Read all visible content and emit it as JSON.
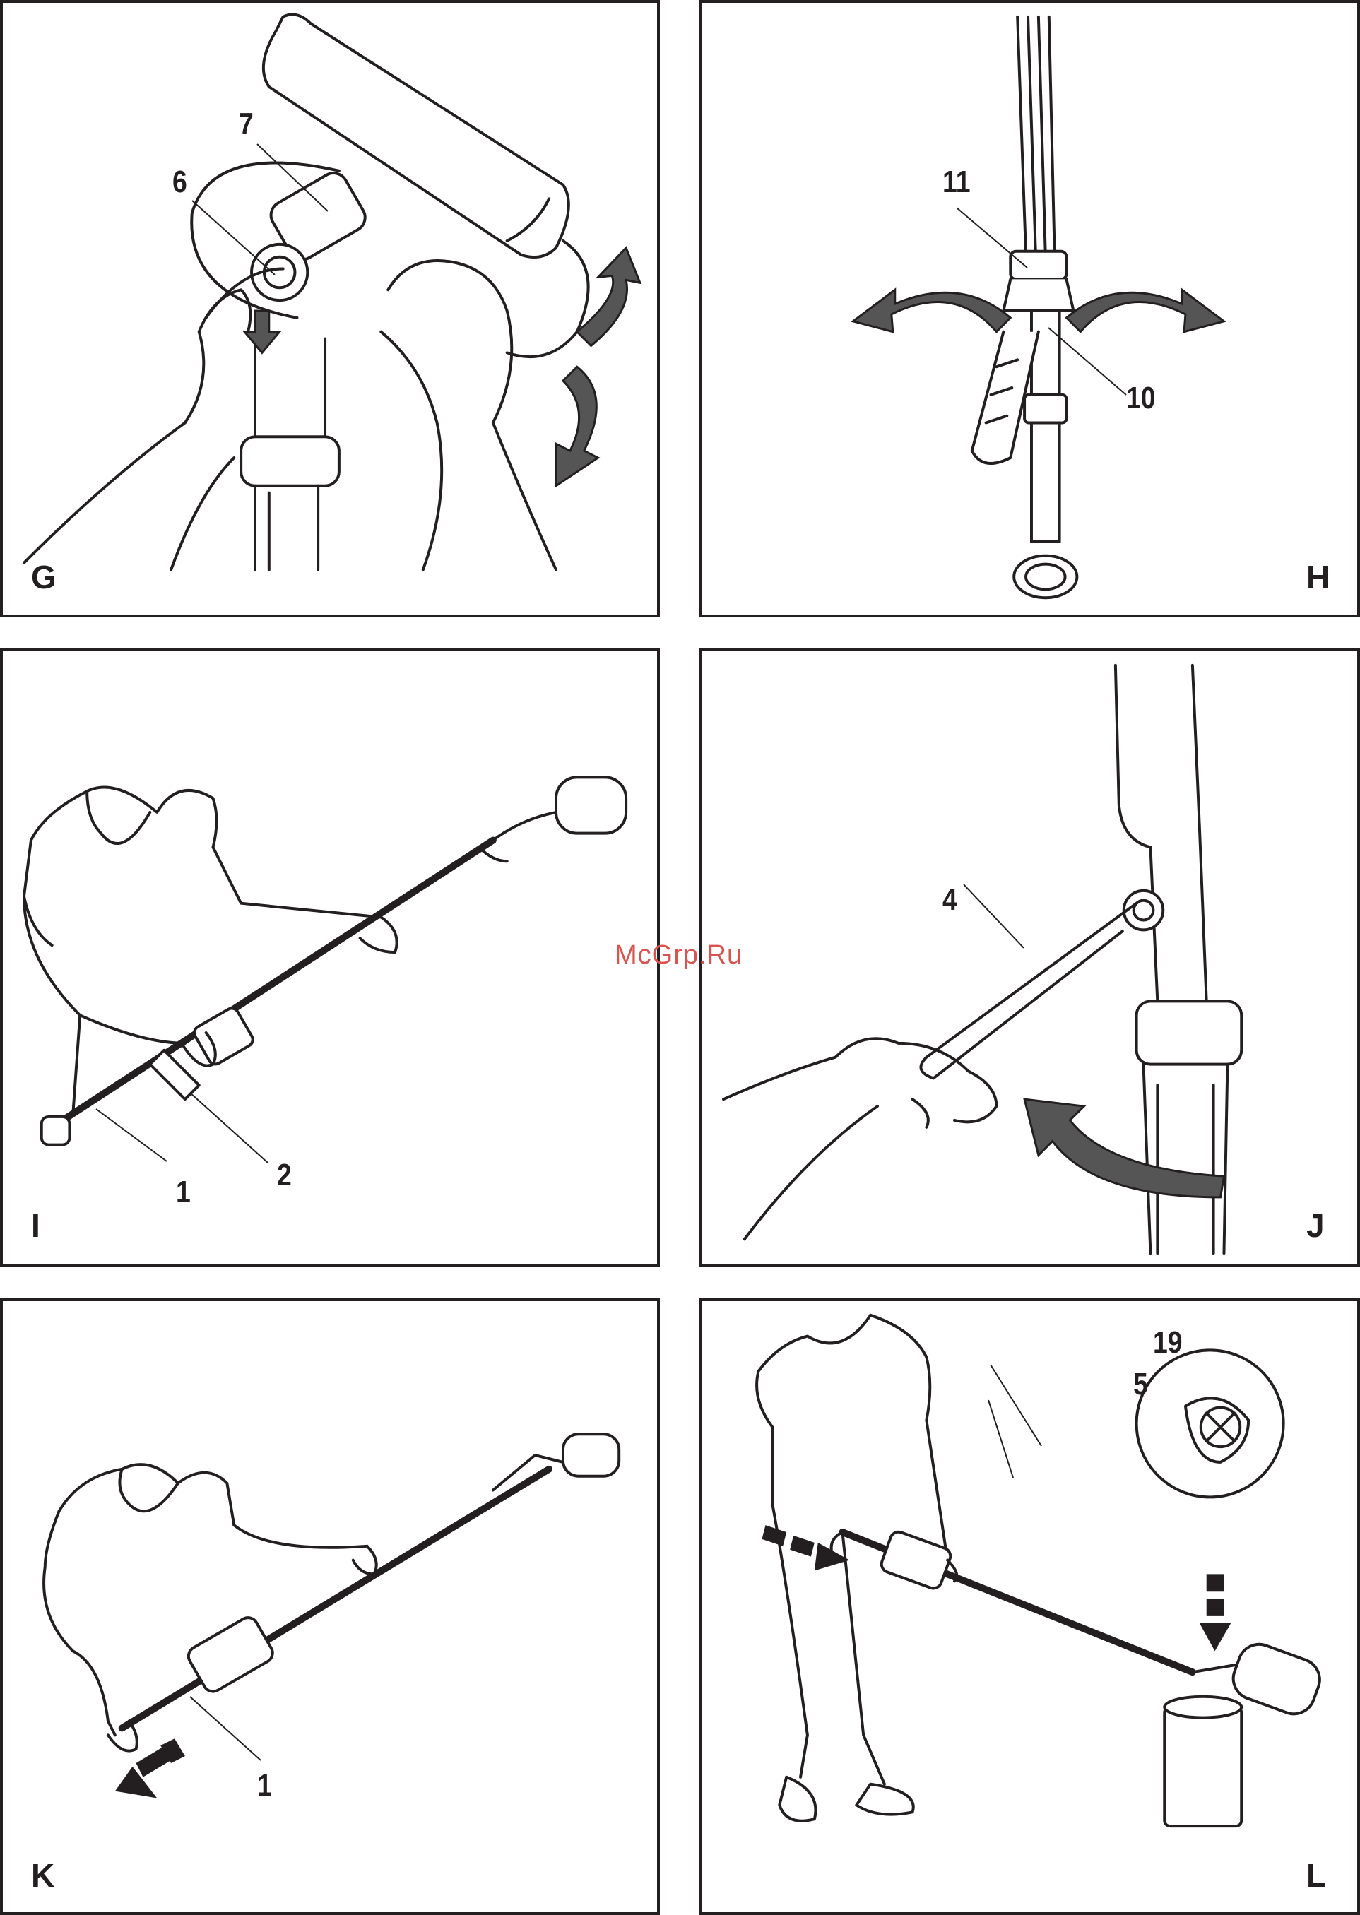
{
  "watermark": "McGrp.Ru",
  "colors": {
    "line": "#231f20",
    "arrow": "#555555",
    "watermark": "#d9534f"
  },
  "panels": [
    {
      "id": "G",
      "label": "G",
      "callouts": [
        "7",
        "6"
      ]
    },
    {
      "id": "H",
      "label": "H",
      "callouts": [
        "11",
        "10"
      ]
    },
    {
      "id": "I",
      "label": "I",
      "callouts": [
        "1",
        "2"
      ]
    },
    {
      "id": "J",
      "label": "J",
      "callouts": [
        "4"
      ]
    },
    {
      "id": "K",
      "label": "K",
      "callouts": [
        "1"
      ]
    },
    {
      "id": "L",
      "label": "L",
      "callouts": [
        "19",
        "5"
      ]
    }
  ]
}
